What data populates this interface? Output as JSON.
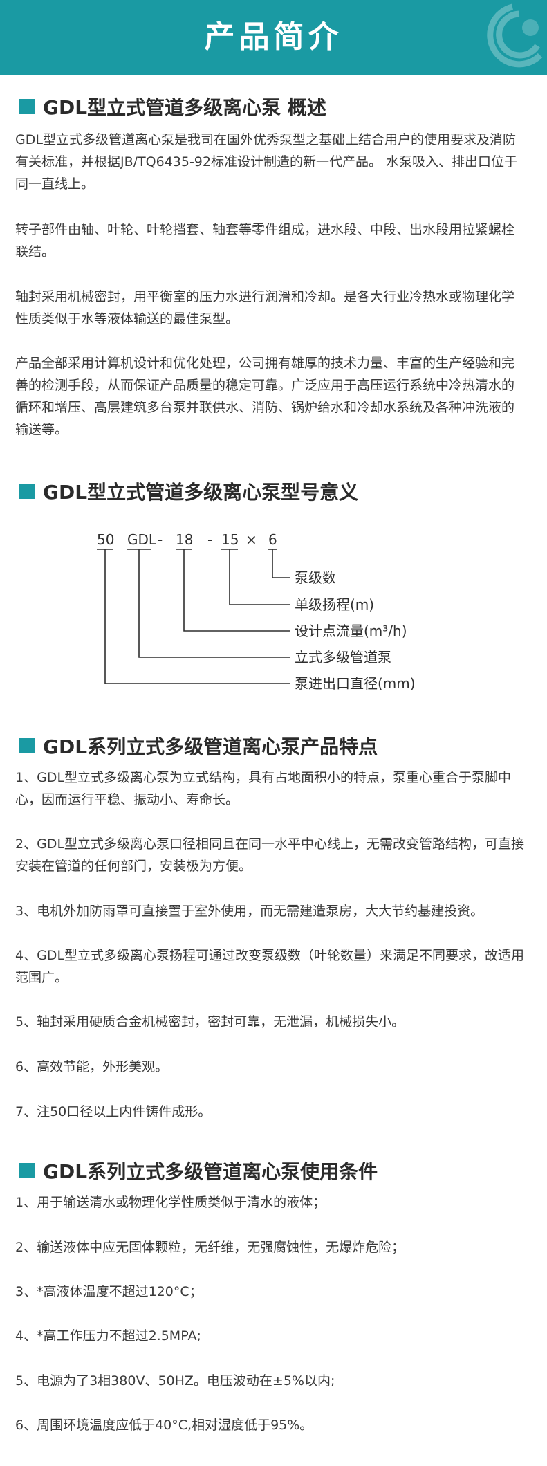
{
  "banner": {
    "title": "产品简介"
  },
  "sections": [
    {
      "title": "GDL型立式管道多级离心泵 概述",
      "paragraphs": [
        "GDL型立式多级管道离心泵是我司在国外优秀泵型之基础上结合用户的使用要求及消防有关标准，并根据JB/TQ6435-92标准设计制造的新一代产品。 水泵吸入、排出口位于同一直线上。",
        "转子部件由轴、叶轮、叶轮挡套、轴套等零件组成，进水段、中段、出水段用拉紧螺栓联结。",
        "轴封采用机械密封，用平衡室的压力水进行润滑和冷却。是各大行业冷热水或物理化学性质类似于水等液体输送的最佳泵型。",
        "产品全部采用计算机设计和优化处理，公司拥有雄厚的技术力量、丰富的生产经验和完善的检测手段，从而保证产品质量的稳定可靠。广泛应用于高压运行系统中冷热清水的循环和增压、高层建筑多台泵并联供水、消防、锅炉给水和冷却水系统及各种冲洗液的输送等。"
      ]
    },
    {
      "title": "GDL型立式管道多级离心泵型号意义",
      "model": {
        "codes": [
          "50",
          "GDL",
          "-",
          "18",
          "-",
          "15",
          "×",
          "6"
        ],
        "meanings": [
          "泵级数",
          "单级扬程(m)",
          "设计点流量(m³/h)",
          "立式多级管道泵",
          "泵进出口直径(mm)"
        ]
      }
    },
    {
      "title": "GDL系列立式多级管道离心泵产品特点",
      "paragraphs": [
        "1、GDL型立式多级离心泵为立式结构，具有占地面积小的特点，泵重心重合于泵脚中心，因而运行平稳、振动小、寿命长。",
        "2、GDL型立式多级离心泵口径相同且在同一水平中心线上，无需改变管路结构，可直接安装在管道的任何部门，安装极为方便。",
        "3、电机外加防雨罩可直接置于室外使用，而无需建造泵房，大大节约基建投资。",
        "4、GDL型立式多级离心泵扬程可通过改变泵级数（叶轮数量）来满足不同要求，故适用范围广。",
        "5、轴封采用硬质合金机械密封，密封可靠，无泄漏，机械损失小。",
        "6、高效节能，外形美观。",
        "7、注50口径以上内件铸件成形。"
      ]
    },
    {
      "title": "GDL系列立式多级管道离心泵使用条件",
      "paragraphs": [
        "1、用于输送清水或物理化学性质类似于清水的液体；",
        "2、输送液体中应无固体颗粒，无纤维，无强腐蚀性，无爆炸危险；",
        "3、*高液体温度不超过120°C；",
        "4、*高工作压力不超过2.5MPA;",
        "5、电源为了3相380V、50HZ。电压波动在±5%以内;",
        "6、周围环境温度应低于40°C,相对湿度低于95%。"
      ]
    }
  ],
  "colors": {
    "accent": "#1a9aa3",
    "text": "#3a3a3a",
    "heading": "#2b2b2b"
  }
}
